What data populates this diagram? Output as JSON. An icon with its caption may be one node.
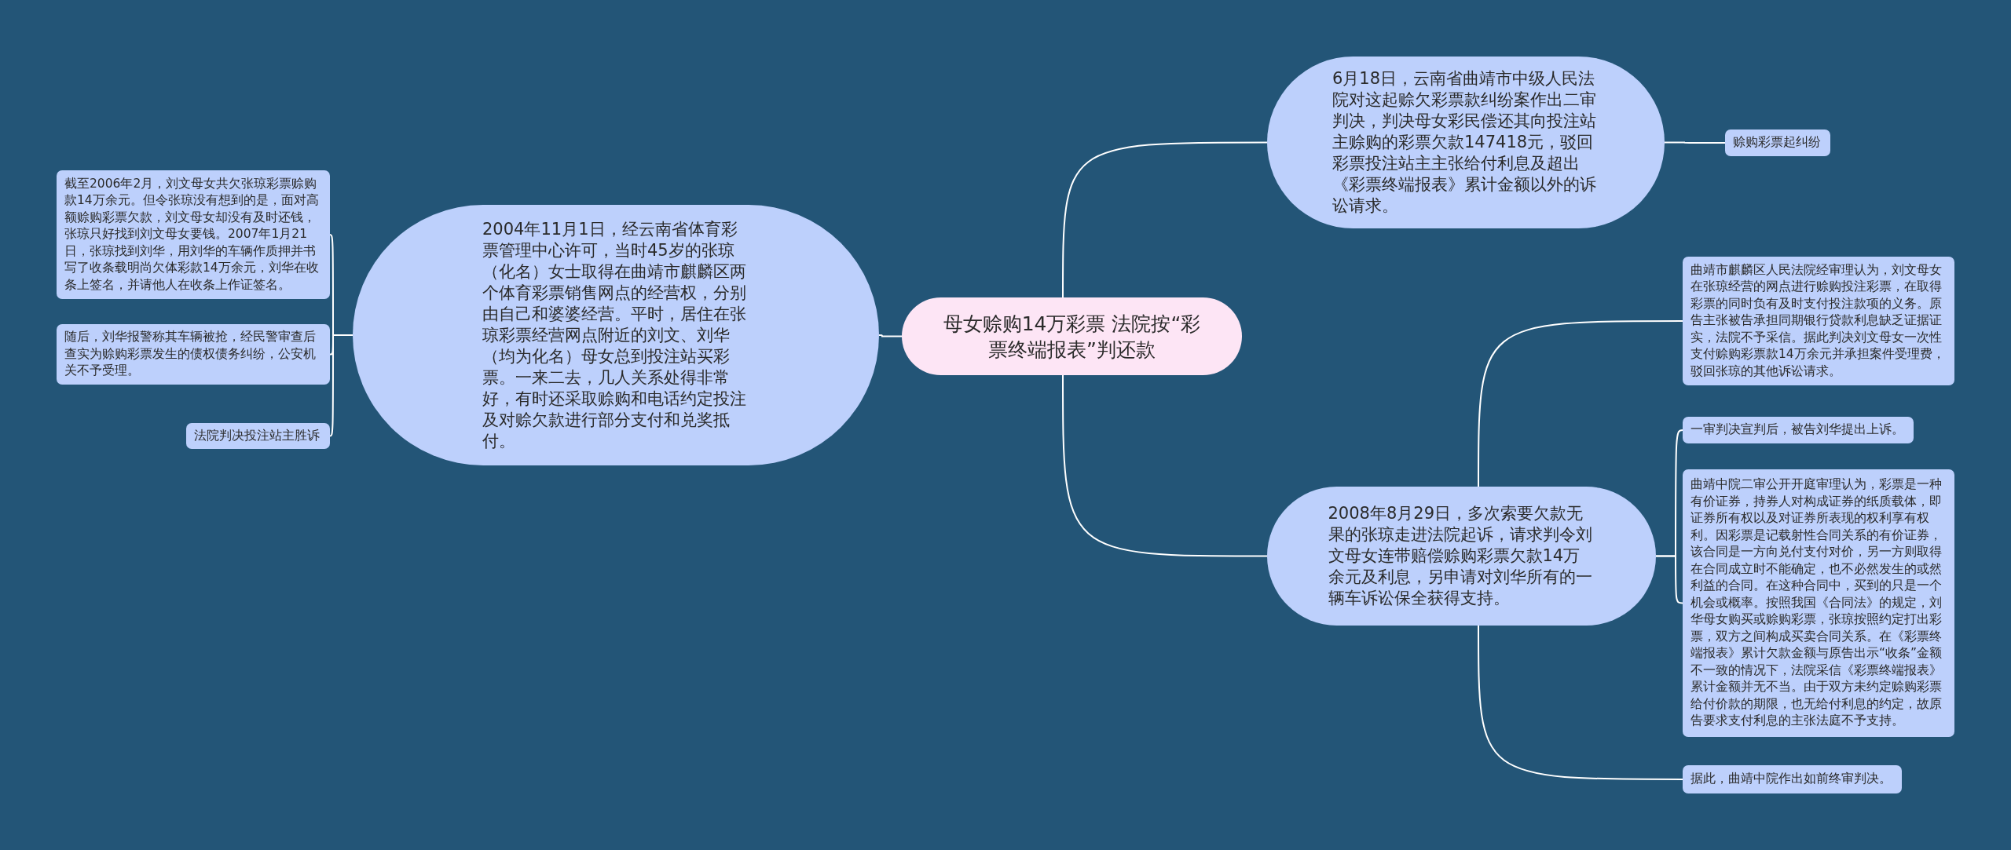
{
  "diagram": {
    "nodes": [
      {
        "text": [
          "母女赊购14万彩票 法院按“彩票终端报表”判还款"
        ]
      },
      {
        "text": [
          "6月18日，云南省曲靖市中级人民法院对这起赊欠彩票款纠纷案作出二审判决，判决母女彩民偿还其向投注站主赊购的彩票欠款147418元，驳回彩票投注站主主张给付利息及超出《彩票终端报表》累计金额以外的诉讼请求。"
        ]
      },
      {
        "text": [
          "赊购彩票起纠纷"
        ]
      },
      {
        "text": [
          "2008年8月29日，多次索要欠款无果的张琼走进法院起诉，请求判令刘文母女连带赔偿赊购彩票欠款14万余元及利息，另申请对刘华所有的一辆车诉讼保全获得支持。"
        ]
      },
      {
        "text": [
          "曲靖市麒麟区人民法院经审理认为，刘文母女在张琼经营的网点进行赊购投注彩票，在取得彩票的同时负有及时支付投注款项的义务。原告主张被告承担同期银行贷款利息缺乏证据证实，法院不予采信。据此判决刘文母女一次性支付赊购彩票款14万余元并承担案件受理费，驳回张琼的其他诉讼请求。"
        ]
      },
      {
        "text": [
          "一审判决宣判后，被告刘华提出上诉。"
        ]
      },
      {
        "text": [
          "曲靖中院二审公开开庭审理认为，彩票是一种有价证券，持券人对构成证券的纸质载体，即证券所有权以及对证券所表现的权利享有权利。因彩票是记载射性合同关系的有价证券，该合同是一方向兑付支付对价，另一方则取得在合同成立时不能确定，也不必然发生的或然利益的合同。在这种合同中，买到的只是一个机会或概率。按照我国《合同法》的规定，刘华母女购买或赊购彩票，张琼按照约定打出彩票，双方之间构成买卖合同关系。在《彩票终端报表》累计欠款金额与原告出示“收条”金额不一致的情况下，法院采信《彩票终端报表》累计金额并无不当。由于双方未约定赊购彩票给付价款的期限，也无给付利息的约定，故原告要求支付利息的主张法庭不予支持。"
        ]
      },
      {
        "text": [
          "据此，曲靖中院作出如前终审判决。"
        ]
      },
      {
        "text": [
          "2004年11月1日，经云南省体育彩票管理中心许可，当时45岁的张琼（化名）女士取得在曲靖市麒麟区两个体育彩票销售网点的经营权，分别由自己和婆婆经营。平时，居住在张琼彩票经营网点附近的刘文、刘华（均为化名）母女总到投注站买彩票。一来二去，几人关系处得非常好，有时还采取赊购和电话约定投注及对赊欠款进行部分支付和兑奖抵付。"
        ]
      },
      {
        "text": [
          "截至2006年2月，刘文母女共欠张琼彩票赊购款14万余元。但令张琼没有想到的是，面对高额赊购彩票欠款，刘文母女却没有及时还钱，张琼只好找到刘文母女要钱。2007年1月21日，张琼找到刘华，用刘华的车辆作质押并书写了收条载明尚欠体彩款14万余元，刘华在收条上签名，并请他人在收条上作证签名。"
        ]
      },
      {
        "text": [
          "随后，刘华报警称其车辆被抢，经民警审查后查实为赊购彩票发生的债权债务纠纷，公安机关不予受理。"
        ]
      },
      {
        "text": [
          "法院判决投注站主胜诉"
        ]
      }
    ],
    "edges": [
      {
        "from": 0,
        "to": 1,
        "arrow": "none"
      },
      {
        "from": 1,
        "to": 2,
        "arrow": "none"
      },
      {
        "from": 0,
        "to": 3,
        "arrow": "none"
      },
      {
        "from": 3,
        "to": 4,
        "arrow": "none"
      },
      {
        "from": 3,
        "to": 5,
        "arrow": "none"
      },
      {
        "from": 3,
        "to": 6,
        "arrow": "none"
      },
      {
        "from": 3,
        "to": 7,
        "arrow": "none"
      },
      {
        "from": 0,
        "to": 8,
        "arrow": "none"
      },
      {
        "from": 8,
        "to": 9,
        "arrow": "none"
      },
      {
        "from": 8,
        "to": 10,
        "arrow": "none"
      },
      {
        "from": 8,
        "to": 11,
        "arrow": "none"
      }
    ]
  }
}
